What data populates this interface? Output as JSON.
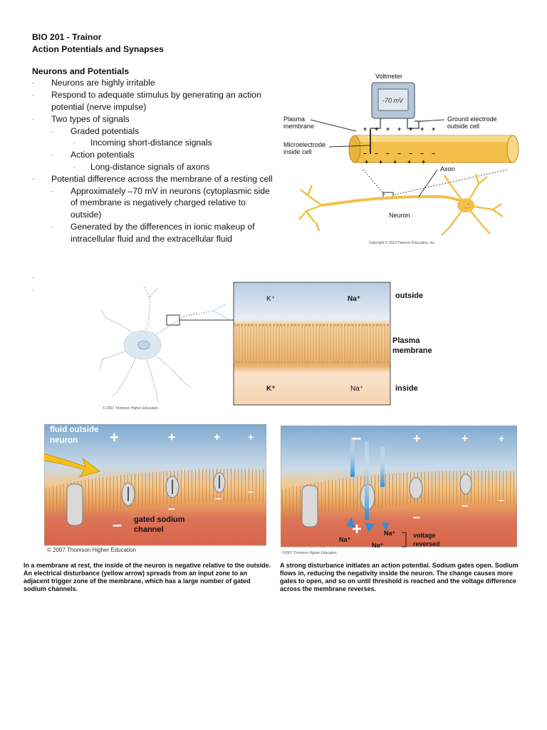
{
  "header": {
    "course": "BIO 201 - Trainor",
    "topic": "Action Potentials and Synapses"
  },
  "notes": {
    "section_title": "Neurons and Potentials",
    "bullet": "·",
    "items": [
      {
        "level": 1,
        "text": "Neurons are highly irritable"
      },
      {
        "level": 1,
        "text": "Respond to adequate stimulus by generating an action potential (nerve impulse)"
      },
      {
        "level": 1,
        "text": "Two types of signals"
      },
      {
        "level": 2,
        "text": "Graded potentials"
      },
      {
        "level": 3,
        "text": "Incoming short-distance signals"
      },
      {
        "level": 2,
        "text": "Action potentials"
      },
      {
        "level": 3,
        "text": "Long-distance signals of axons"
      },
      {
        "level": 1,
        "text": "Potential difference across the membrane of a resting cell"
      },
      {
        "level": 2,
        "text": "Approximately –70 mV in neurons (cytoplasmic side of membrane is negatively charged relative to outside)"
      },
      {
        "level": 2,
        "text": "Generated by the differences in ionic makeup of intracellular fluid and the extracellular fluid"
      }
    ],
    "stray_bullets": [
      "·",
      "·"
    ]
  },
  "fig1": {
    "voltmeter": "Voltmeter",
    "reading": "-70 mV",
    "plasma_membrane": "Plasma\nmembrane",
    "microelectrode": "Microelectrode\ninside cell",
    "ground_electrode": "Ground electrode\noutside cell",
    "axon": "Axon",
    "neuron": "Neuron",
    "copyright": "Copyright © 2010 Pearson Education, Inc."
  },
  "fig2": {
    "k_top": "K⁺",
    "na_top": "Na⁺",
    "k_bottom": "K⁺",
    "na_bottom": "Na⁺",
    "outside": "outside",
    "plasma": "Plasma",
    "membrane": "membrane",
    "inside": "inside",
    "copyright": "© 2007 Thomson Higher Education"
  },
  "fig3": {
    "fluid_outside_1": "fluid outside",
    "fluid_outside_2": "neuron",
    "gated_1": "gated sodium",
    "gated_2": "channel",
    "copyright": "© 2007 Thomson Higher Education",
    "caption": "In a membrane at rest, the inside of the neuron is negative relative to the outside. An electrical disturbance (yellow arrow) spreads from an input zone to an adjacent trigger zone of the membrane, which has a large number of gated sodium channels."
  },
  "fig4": {
    "na1": "Na⁺",
    "na2": "Na⁺",
    "na3": "Na⁺",
    "voltage_1": "voltage",
    "voltage_2": "reversed",
    "copyright": "©2007 Thomson Higher Education",
    "caption": "A strong disturbance initiates an action potential. Sodium gates open. Sodium flows in, reducing the negativity inside the neuron. The change causes more gates to open, and so on until threshold is reached and the voltage difference across the membrane reverses."
  },
  "colors": {
    "axon_yellow": "#f2c04a",
    "outside_blue": "#b6cde3",
    "inside_peach": "#f6d4b2",
    "inside_red": "#d9654a",
    "arrow_yellow": "#f6c21a",
    "na_arrow_blue": "#2f8fd6"
  }
}
